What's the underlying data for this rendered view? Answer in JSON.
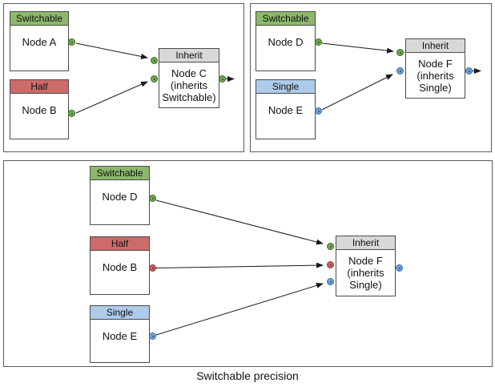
{
  "caption": "Switchable precision",
  "colors": {
    "switchable_green_header": "#8CB86A",
    "half_red_header": "#CD6A6A",
    "single_blue_header": "#AECBEA",
    "inherit_gray_header": "#D8D8D8",
    "port_green": "#6FA84D",
    "port_red": "#C9605E",
    "port_blue": "#6BA1D9",
    "border_dark": "#4A4A4A"
  },
  "panels": {
    "top_left": {
      "nodes": {
        "node_a": {
          "header": "Switchable",
          "title": "Node A"
        },
        "node_b": {
          "header": "Half",
          "title": "Node B"
        },
        "node_c": {
          "header": "Inherit",
          "title": "Node C",
          "subtitle": "(inherits Switchable)"
        }
      },
      "edges": [
        {
          "from": "Node A",
          "to": "Node C"
        },
        {
          "from": "Node B",
          "to": "Node C"
        },
        {
          "from": "Node C",
          "to": "output"
        }
      ]
    },
    "top_right": {
      "nodes": {
        "node_d": {
          "header": "Switchable",
          "title": "Node D"
        },
        "node_e": {
          "header": "Single",
          "title": "Node E"
        },
        "node_f": {
          "header": "Inherit",
          "title": "Node F",
          "subtitle": "(inherits Single)"
        }
      },
      "edges": [
        {
          "from": "Node D",
          "to": "Node F"
        },
        {
          "from": "Node E",
          "to": "Node F"
        },
        {
          "from": "Node F",
          "to": "output"
        }
      ]
    },
    "bottom": {
      "nodes": {
        "node_d": {
          "header": "Switchable",
          "title": "Node D"
        },
        "node_b": {
          "header": "Half",
          "title": "Node B"
        },
        "node_e": {
          "header": "Single",
          "title": "Node E"
        },
        "node_f": {
          "header": "Inherit",
          "title": "Node F",
          "subtitle": "(inherits Single)"
        }
      },
      "edges": [
        {
          "from": "Node D",
          "to": "Node F"
        },
        {
          "from": "Node B",
          "to": "Node F"
        },
        {
          "from": "Node E",
          "to": "Node F"
        }
      ]
    }
  }
}
